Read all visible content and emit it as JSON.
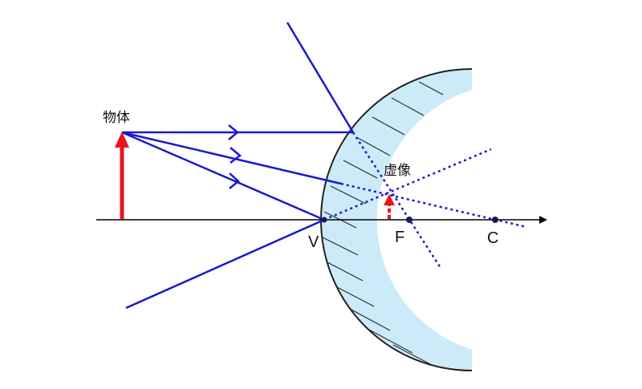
{
  "labels": {
    "object": "物体",
    "virtual_image": "虚像",
    "vertex": "V",
    "focus": "F",
    "center": "C"
  },
  "colors": {
    "ray": "#1a1acc",
    "object_arrow": "#e8141e",
    "image_arrow": "#e8141e",
    "mirror_fill": "#cdeaf8",
    "mirror_edge": "#222222",
    "axis": "#000000",
    "point": "#1a1a55",
    "hatch": "#222222"
  },
  "icons": {
    "ray_direction": "chevron-right-icon",
    "axis_direction": "arrow-right-icon"
  }
}
